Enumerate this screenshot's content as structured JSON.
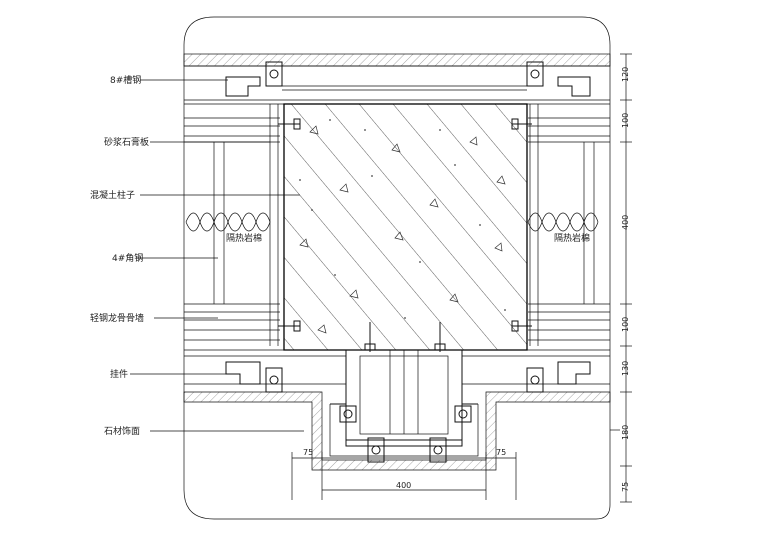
{
  "labels": {
    "channel": "8#槽钢",
    "stone_panel": "砂浆石膏板",
    "column": "混凝土柱子",
    "angle": "4#角钢",
    "steel_keel": "轻钢龙骨骨墙",
    "fixing": "挂件",
    "stone_veneer": "石材饰面",
    "insulation_left": "隔热岩棉",
    "insulation_right": "隔热岩棉"
  },
  "dimensions": {
    "right_top": "120",
    "right_2": "100",
    "right_3": "400",
    "right_4": "100",
    "right_5": "130",
    "right_6": "180",
    "right_7": "75",
    "bottom_left": "75",
    "bottom_right": "75",
    "bottom_width": "400"
  }
}
